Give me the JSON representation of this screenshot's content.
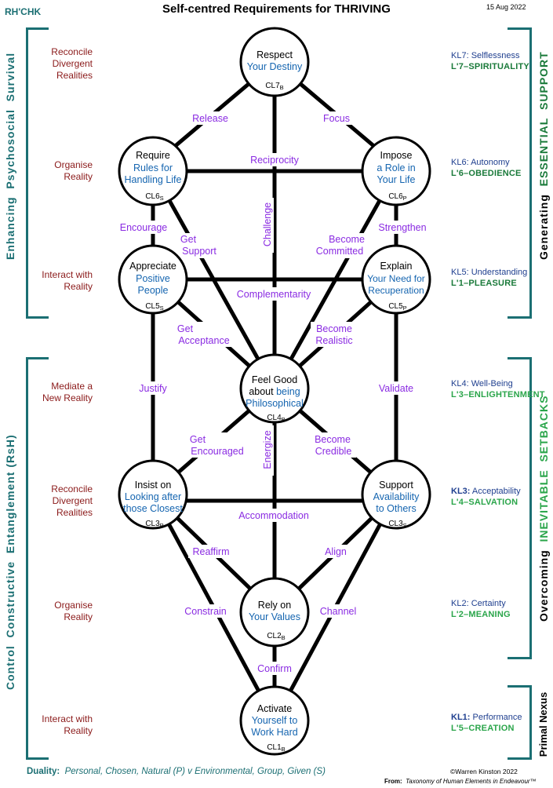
{
  "header": {
    "code": "RH'CHK",
    "title": "Self-centred Requirements for THRIVING",
    "date": "15 Aug 2022"
  },
  "left_side": {
    "upper_group": "Enhancing Psychosocial Survival",
    "upper_group_parts": [
      "Enhancing",
      "Psychosocial",
      "Survival"
    ],
    "lower_group_parts": [
      "Control",
      "Constructive",
      "Entanglement (RsH)"
    ],
    "labels": [
      {
        "l1": "Reconcile",
        "l2": "Divergent",
        "l3": "Realities"
      },
      {
        "l1": "Organise",
        "l2": "Reality"
      },
      {
        "l1": "Interact with",
        "l2": "Reality"
      },
      {
        "l1": "Mediate a",
        "l2": "New Reality"
      },
      {
        "l1": "Reconcile",
        "l2": "Divergent",
        "l3": "Realities"
      },
      {
        "l1": "Organise",
        "l2": "Reality"
      },
      {
        "l1": "Interact with",
        "l2": "Reality"
      }
    ]
  },
  "right_side": {
    "upper_group": [
      "Generating",
      "ESSENTIAL",
      "SUPPORT"
    ],
    "middle_group": [
      "Overcoming",
      "INEVITABLE",
      "SETBACKS"
    ],
    "lower_group": "Primal Nexus",
    "levels": [
      {
        "kl": "KL7:",
        "kl_name": "Selflessness",
        "l": "L'7–SPIRITUALITY"
      },
      {
        "kl": "KL6:",
        "kl_name": "Autonomy",
        "l": "L'6–OBEDIENCE"
      },
      {
        "kl": "KL5:",
        "kl_name": "Understanding",
        "l": "L'1–PLEASURE"
      },
      {
        "kl": "KL4:",
        "kl_name": "Well-Being",
        "l": "L'3–ENLIGHTENMENT"
      },
      {
        "kl": "KL3:",
        "kl_name": "Acceptability",
        "l": "L'4–SALVATION"
      },
      {
        "kl": "KL2:",
        "kl_name": "Certainty",
        "l": "L'2–MEANING"
      },
      {
        "kl": "KL1:",
        "kl_name": "Performance",
        "l": "L'5–CREATION"
      }
    ]
  },
  "nodes": {
    "cl7": {
      "l1": "Respect",
      "l2": "Your Destiny",
      "code": "CL7",
      "sub": "B"
    },
    "cl6s": {
      "l1": "Require",
      "l2": "Rules for",
      "l3": "Handling Life",
      "code": "CL6",
      "sub": "S"
    },
    "cl6p": {
      "l1": "Impose",
      "l2": "a Role in",
      "l3": "Your Life",
      "code": "CL6",
      "sub": "P"
    },
    "cl5s": {
      "l1": "Appreciate",
      "l2": "Positive",
      "l3": "People",
      "code": "CL5",
      "sub": "S"
    },
    "cl5p": {
      "l1": "Explain",
      "l2": "Your Need for",
      "l3": "Recuperation",
      "code": "CL5",
      "sub": "P"
    },
    "cl4": {
      "l1": "Feel Good",
      "l2a": "about ",
      "l2b": "being",
      "l3": "Philosophical",
      "code": "CL4",
      "sub": "B"
    },
    "cl3p": {
      "l1": "Insist on",
      "l2": "Looking after",
      "l3": "those Closest",
      "code": "CL3",
      "sub": "P"
    },
    "cl3s": {
      "l1": "Support",
      "l2": "Availability",
      "l3": "to Others",
      "code": "CL3",
      "sub": "S"
    },
    "cl2": {
      "l1": "Rely on",
      "l2": "Your Values",
      "code": "CL2",
      "sub": "B"
    },
    "cl1": {
      "l1": "Activate",
      "l2": "Yourself to",
      "l3": "Work Hard",
      "code": "CL1",
      "sub": "B"
    }
  },
  "edges": {
    "release": "Release",
    "focus": "Focus",
    "reciprocity": "Reciprocity",
    "challenge": "Challenge",
    "encourage": "Encourage",
    "get_support": [
      "Get",
      "Support"
    ],
    "become_committed": [
      "Become",
      "Committed"
    ],
    "strengthen": "Strengthen",
    "complementarity": "Complementarity",
    "get_acceptance": [
      "Get",
      "Acceptance"
    ],
    "become_realistic": [
      "Become",
      "Realistic"
    ],
    "justify": "Justify",
    "validate": "Validate",
    "get_encouraged": [
      "Get",
      "Encouraged"
    ],
    "become_credible": [
      "Become",
      "Credible"
    ],
    "energize": "Energize",
    "accommodation": "Accommodation",
    "reaffirm": "Reaffirm",
    "align": "Align",
    "constrain": "Constrain",
    "channel": "Channel",
    "confirm": "Confirm"
  },
  "footer": {
    "duality_label": "Duality:",
    "duality_text": "Personal, Chosen, Natural (P)  v  Environmental, Group, Given (S)",
    "copyright": "©Warren Kinston 2022",
    "from_label": "From:",
    "source": "Taxonomy of Human Elements in Endeavour™"
  },
  "colors": {
    "teal": "#1b6f73",
    "purple": "#8a2be2",
    "blue": "#1565b0",
    "dark_red": "#8b1a1a",
    "navy": "#1f3f8f",
    "green": "#1a7a3a",
    "light_green": "#2aa54a"
  }
}
